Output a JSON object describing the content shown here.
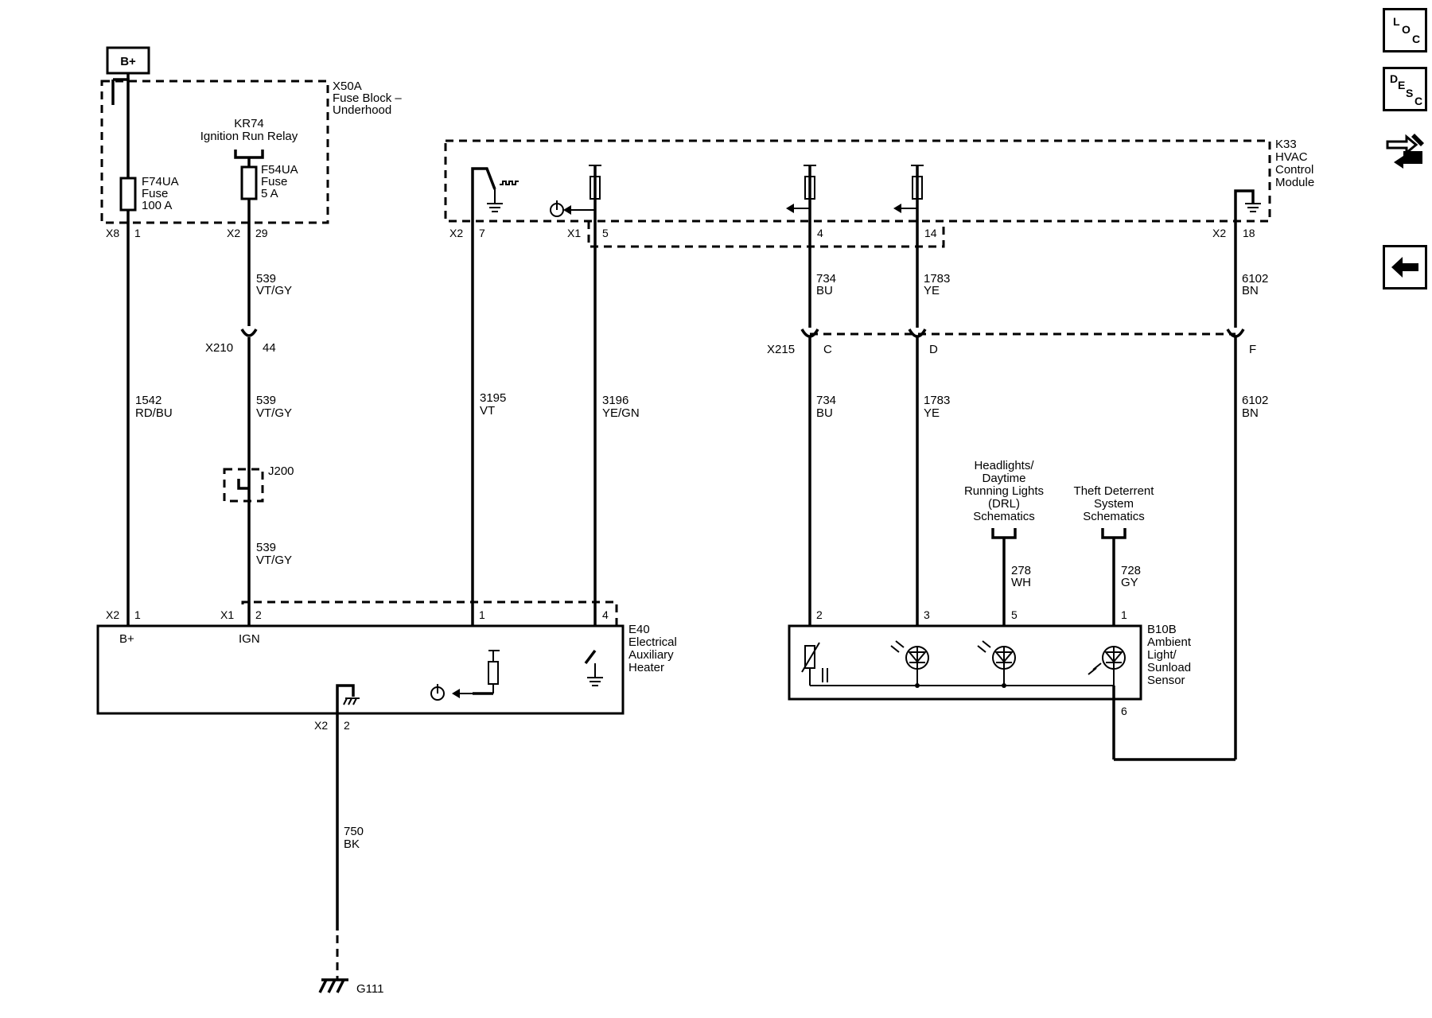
{
  "power": {
    "bplus": "B+"
  },
  "fuse_block": {
    "id": "X50A",
    "name_1": "Fuse Block –",
    "name_2": "Underhood",
    "relay_id": "KR74",
    "relay_name": "Ignition Run Relay",
    "f74_id": "F74UA",
    "f74_type": "Fuse",
    "f74_rating": "100 A",
    "f54_id": "F54UA",
    "f54_type": "Fuse",
    "f54_rating": "5 A",
    "pin_left_conn": "X8",
    "pin_left_num": "1",
    "pin_right_conn": "X2",
    "pin_right_num": "29"
  },
  "hvac": {
    "id": "K33",
    "name_1": "HVAC",
    "name_2": "Control",
    "name_3": "Module",
    "p7_conn": "X2",
    "p7": "7",
    "p5_conn": "X1",
    "p5": "5",
    "p4": "4",
    "p14": "14",
    "p18_conn": "X2",
    "p18": "18"
  },
  "wires": {
    "w1542_num": "1542",
    "w1542_color": "RD/BU",
    "w539a_num": "539",
    "w539a_color": "VT/GY",
    "w539b_num": "539",
    "w539b_color": "VT/GY",
    "w539c_num": "539",
    "w539c_color": "VT/GY",
    "w3195_num": "3195",
    "w3195_color": "VT",
    "w3196_num": "3196",
    "w3196_color": "YE/GN",
    "w734a_num": "734",
    "w734a_color": "BU",
    "w734b_num": "734",
    "w734b_color": "BU",
    "w1783a_num": "1783",
    "w1783a_color": "YE",
    "w1783b_num": "1783",
    "w1783b_color": "YE",
    "w6102a_num": "6102",
    "w6102a_color": "BN",
    "w6102b_num": "6102",
    "w6102b_color": "BN",
    "w278_num": "278",
    "w278_color": "WH",
    "w728_num": "728",
    "w728_color": "GY",
    "w750_num": "750",
    "w750_color": "BK"
  },
  "connectors": {
    "x210": "X210",
    "x210_pin": "44",
    "x215": "X215",
    "x215_c": "C",
    "x215_d": "D",
    "x215_f": "F",
    "j200": "J200"
  },
  "heater": {
    "id": "E40",
    "name_1": "Electrical",
    "name_2": "Auxiliary",
    "name_3": "Heater",
    "p1_conn": "X2",
    "p1": "1",
    "p2_conn": "X1",
    "p2": "2",
    "p1b": "1",
    "p4": "4",
    "bplus_label": "B+",
    "ign_label": "IGN",
    "gnd_conn": "X2",
    "gnd_pin": "2"
  },
  "sensor": {
    "id": "B10B",
    "name_1": "Ambient",
    "name_2": "Light/",
    "name_3": "Sunload",
    "name_4": "Sensor",
    "p2": "2",
    "p3": "3",
    "p5": "5",
    "p1": "1",
    "p6": "6"
  },
  "refs": {
    "drl_1": "Headlights/",
    "drl_2": "Daytime",
    "drl_3": "Running Lights",
    "drl_4": "(DRL)",
    "drl_5": "Schematics",
    "theft_1": "Theft Deterrent",
    "theft_2": "System",
    "theft_3": "Schematics"
  },
  "ground": {
    "id": "G111"
  }
}
